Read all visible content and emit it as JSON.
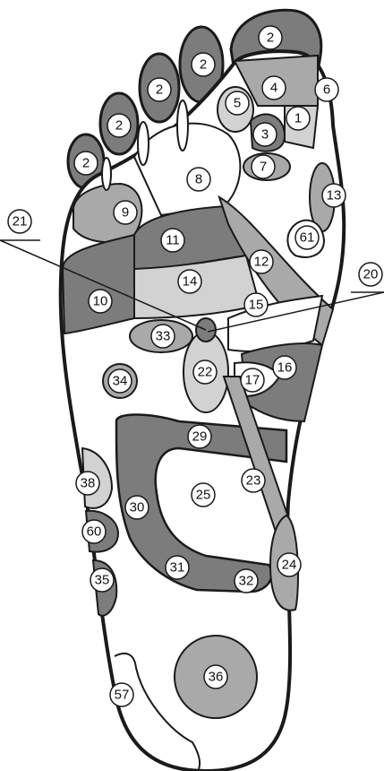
{
  "colors": {
    "dark": "#7c7c7c",
    "mid": "#a9a9a9",
    "light": "#d2d2d2",
    "white": "#ffffff",
    "outline": "#1a1a1a"
  },
  "labels": {
    "l1": "1",
    "l2": "2",
    "l3": "3",
    "l4": "4",
    "l5": "5",
    "l6": "6",
    "l7": "7",
    "l8": "8",
    "l9": "9",
    "l10": "10",
    "l11": "11",
    "l12": "12",
    "l13": "13",
    "l14": "14",
    "l15": "15",
    "l16": "16",
    "l17": "17",
    "l20": "20",
    "l21": "21",
    "l22": "22",
    "l23": "23",
    "l24": "24",
    "l25": "25",
    "l29": "29",
    "l30": "30",
    "l31": "31",
    "l32": "32",
    "l33": "33",
    "l34": "34",
    "l35": "35",
    "l36": "36",
    "l38": "38",
    "l57": "57",
    "l60": "60",
    "l61": "61"
  }
}
